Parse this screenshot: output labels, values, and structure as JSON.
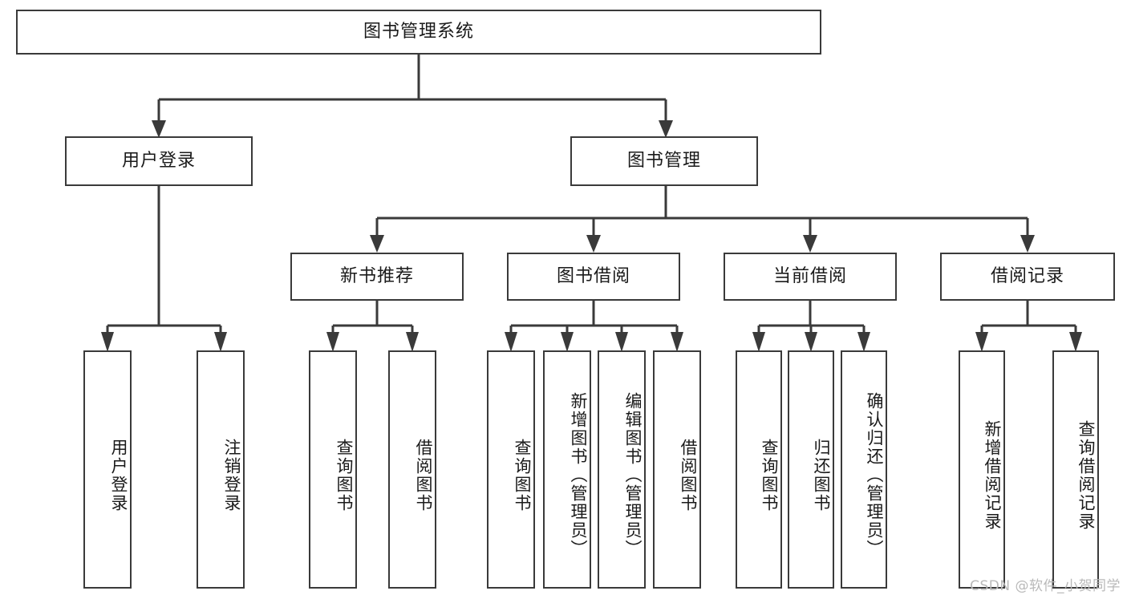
{
  "diagram": {
    "title": "图书管理系统",
    "type": "tree",
    "watermark": "CSDN @软件_小贺同学",
    "colors": {
      "box_border": "#3a3a3a",
      "box_fill": "#ffffff",
      "edge": "#3a3a3a",
      "text": "#1a1a1a",
      "watermark": "#b9b9b9"
    },
    "root": {
      "label": "图书管理系统"
    },
    "level2": [
      {
        "label": "用户登录"
      },
      {
        "label": "图书管理"
      }
    ],
    "level3": [
      {
        "label": "新书推荐"
      },
      {
        "label": "图书借阅"
      },
      {
        "label": "当前借阅"
      },
      {
        "label": "借阅记录"
      }
    ],
    "leaves": {
      "user_login": [
        {
          "label": "用户登录"
        },
        {
          "label": "注销登录"
        }
      ],
      "new_book_recommend": [
        {
          "label": "查询图书"
        },
        {
          "label": "借阅图书"
        }
      ],
      "book_borrow": [
        {
          "label": "查询图书"
        },
        {
          "label": "新增图书（管理员）"
        },
        {
          "label": "编辑图书（管理员）"
        },
        {
          "label": "借阅图书"
        }
      ],
      "current_borrow": [
        {
          "label": "查询图书"
        },
        {
          "label": "归还图书"
        },
        {
          "label": "确认归还（管理员）"
        }
      ],
      "borrow_record": [
        {
          "label": "新增借阅记录"
        },
        {
          "label": "查询借阅记录"
        }
      ]
    }
  }
}
